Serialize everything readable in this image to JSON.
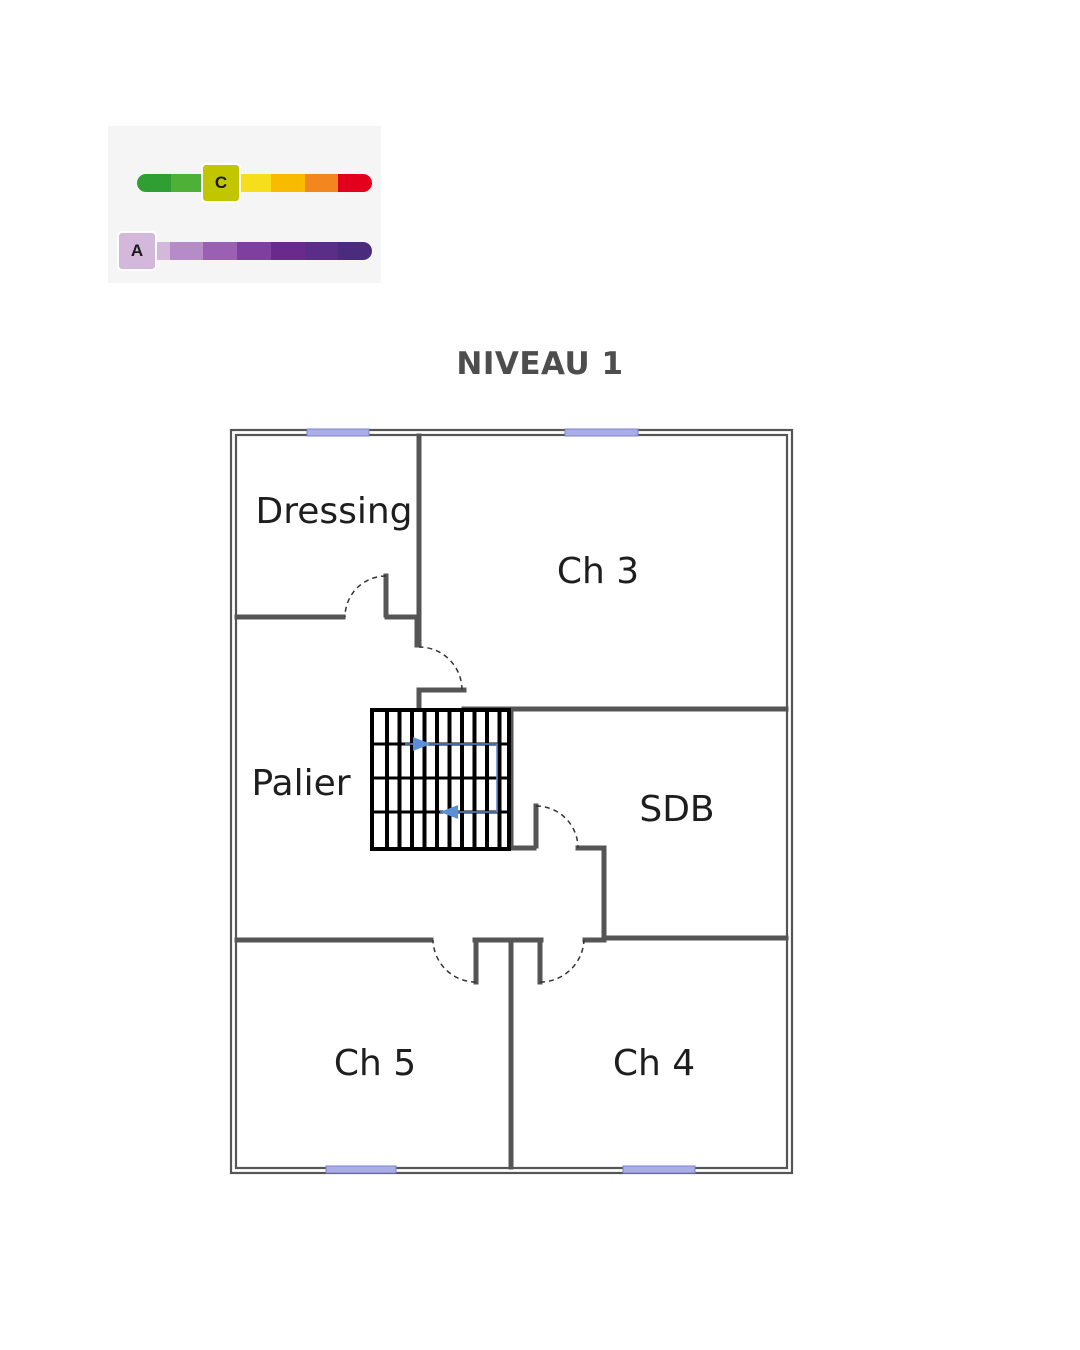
{
  "energy_label": {
    "dpe": {
      "rating": "C",
      "segments": [
        "#2f9e33",
        "#4fb038",
        "#b5c400",
        "#f7de1c",
        "#f9bb00",
        "#f3861f",
        "#e3001d"
      ],
      "badge_color": "#c2c600"
    },
    "ges": {
      "rating": "A",
      "segments": [
        "#d4b8dc",
        "#b58cc7",
        "#9960b4",
        "#7e3f9e",
        "#6a2a8c",
        "#5a2d86",
        "#4a2b7e"
      ],
      "badge_color": "#d4b8dc"
    }
  },
  "page": {
    "title": "NIVEAU 1"
  },
  "floorplan": {
    "rooms": {
      "dressing": "Dressing",
      "ch3": "Ch 3",
      "palier": "Palier",
      "sdb": "SDB",
      "ch5": "Ch 5",
      "ch4": "Ch 4"
    },
    "colors": {
      "wall": "#555555",
      "window": "#a9aee8",
      "stair_arrow": "#5b8fd8"
    }
  }
}
